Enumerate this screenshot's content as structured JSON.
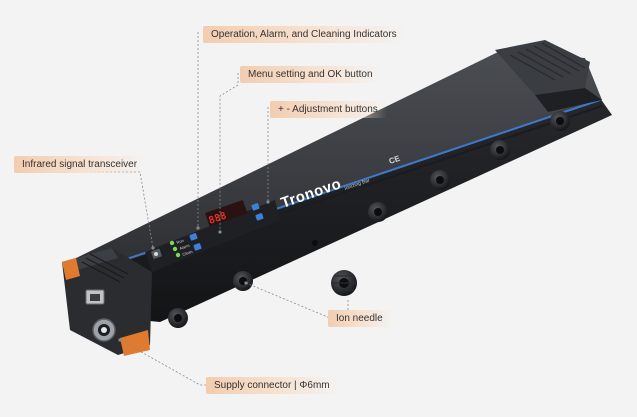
{
  "product": {
    "brand": "Tronovo",
    "model_label": "Ionizing Bar",
    "display_readout": "888",
    "ce_mark": "CE",
    "indicator_labels": [
      "Run",
      "Alarm",
      "Clean"
    ]
  },
  "callouts": {
    "indicators": "Operation, Alarm, and Cleaning Indicators",
    "menu": "Menu setting and OK button",
    "adjust": "+ - Adjustment buttons",
    "infrared": "Infrared signal transceiver",
    "needle": "Ion needle",
    "supply": "Supply connector | Φ6mm"
  },
  "colors": {
    "body": "#2b2d30",
    "accent_blue": "#3f7fd9",
    "accent_orange": "#e07a2e",
    "display_red": "#e0342a",
    "led_green": "#7bd95a",
    "callout_bg": "#f2cdb0"
  }
}
